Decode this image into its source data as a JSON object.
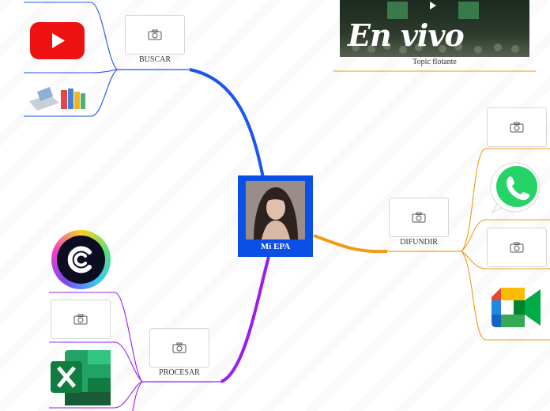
{
  "central": {
    "label": "Mi EPA"
  },
  "branches": {
    "buscar": {
      "label": "BUSCAR",
      "color": "#1a55f0"
    },
    "procesar": {
      "label": "PROCESAR",
      "color": "#9b1cf0"
    },
    "difundir": {
      "label": "DIFUNDIR",
      "color": "#f29a13"
    }
  },
  "floating_topic": {
    "label": "Topic flotante",
    "image_text": "En vivo"
  },
  "icons": {
    "photo": "camera-icon",
    "youtube": "youtube-icon",
    "books": "books-laptop-icon",
    "canva": "canva-icon",
    "excel": "excel-icon",
    "whatsapp": "whatsapp-icon",
    "meet": "google-meet-icon"
  }
}
